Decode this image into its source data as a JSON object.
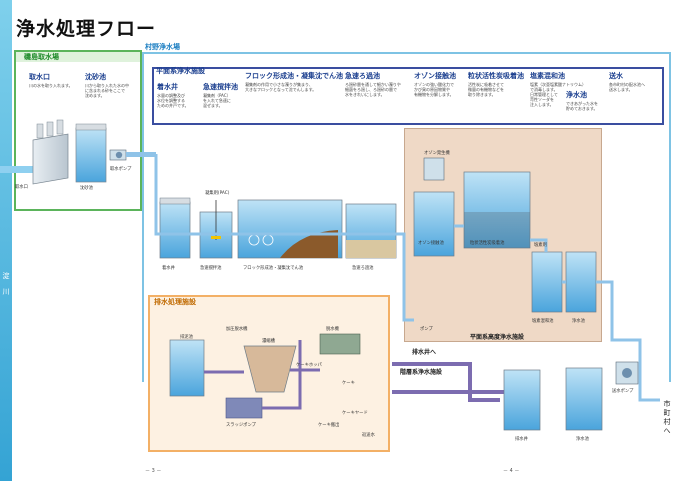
{
  "title": "浄水処理フロー",
  "side_label": [
    "淀",
    "川"
  ],
  "intake": {
    "section_label": "磯島取水場",
    "stages": [
      {
        "title": "取水口",
        "desc": [
          "川の水を取り入れます。"
        ]
      },
      {
        "title": "沈砂池",
        "desc": [
          "川から取り入れた水の中",
          "に含まれる砂をここで",
          "沈めます。"
        ]
      }
    ],
    "labels": {
      "intake_port": "取水口",
      "sand_basin": "沈砂池",
      "pump": "取水ポンプ"
    }
  },
  "plant": {
    "section_label": "村野浄水場",
    "band_title": "平面系浄水施設",
    "stages": [
      {
        "title": "着水井",
        "desc": [
          "水量の調整及び",
          "水位を調整する",
          "ための井戸です。"
        ]
      },
      {
        "title": "急速撹拌池",
        "desc": [
          "凝集剤（PAC）",
          "を入れて急速に",
          "混ぜます。"
        ]
      },
      {
        "title": "フロック形成池・凝集沈でん池",
        "desc": [
          "凝集剤の作用で小さな濁りが集まり、",
          "大きなフロックとなって沈でんします。"
        ]
      },
      {
        "title": "急速ろ過池",
        "desc": [
          "ろ過砂層を通して細かい濁りや",
          "細菌をろ過し、ろ過砂の層で",
          "水をきれいにします。"
        ]
      },
      {
        "title": "オゾン接触池",
        "desc": [
          "オゾンの強い酸化力で",
          "かび臭の原因物質や",
          "有機物を分解します。"
        ]
      },
      {
        "title": "粒状活性炭吸着池",
        "desc": [
          "活性炭に吸着させて",
          "微量の有機物などを",
          "取り除きます。"
        ]
      },
      {
        "title": "塩素混和池",
        "desc": [
          "塩素（次亜塩素酸ナトリウム）",
          "で消毒します。",
          "日常管理として",
          "苛性ソーダを",
          "注入します。"
        ]
      },
      {
        "title": "送水",
        "desc": [
          "各市町村の配水池へ",
          "送水します。"
        ]
      },
      {
        "title": "浄水池",
        "desc": [
          "できあがった水を",
          "貯めておきます。"
        ]
      }
    ],
    "labels": {
      "receiving_well": "着水井",
      "rapid_mix": "急速撹拌池",
      "pac": "凝集剤(PAC)",
      "floc_settle": "フロック形成池・凝集沈でん池",
      "rapid_filter": "急速ろ過池",
      "ozone_generator": "オゾン発生機",
      "ozone_contact": "オゾン接触池",
      "gac": "粒状活性炭吸着池",
      "chlorine_mix": "塩素混和池",
      "clear_well": "浄水池",
      "pump": "ポンプ",
      "chlorine": "塩素剤",
      "advanced_section": "平面系高度浄水施設",
      "to_drain": "排水井へ",
      "drain_well": "排水井",
      "clear_well2": "浄水池",
      "distribution_pump": "送水ポンプ",
      "multilevel": "階層系浄水施設",
      "destination": [
        "市",
        "町",
        "村",
        "へ"
      ]
    }
  },
  "wastewater": {
    "title": "排水処理施設",
    "labels": {
      "drain_basin": "排泥池",
      "thickener": "濃縮槽",
      "dewatering": "脱水機",
      "sludge_bunker": "ケーキ",
      "conveyor": "ケーキヤード",
      "sludge_pump": "スラッジポンプ",
      "cake_hopper": "ケーキホッパ",
      "tank": "加圧脱水機",
      "truck": "ケーキ搬出",
      "reuse": "返送水"
    }
  },
  "pages": {
    "left": "－ 3 －",
    "right": "－ 4 －"
  },
  "colors": {
    "water": "#6fb7e3",
    "pipe": "#7fa6d8",
    "wasteline": "#8876b8",
    "advanced_bg": "#efd9c6",
    "intake_border": "#5bb45b"
  }
}
